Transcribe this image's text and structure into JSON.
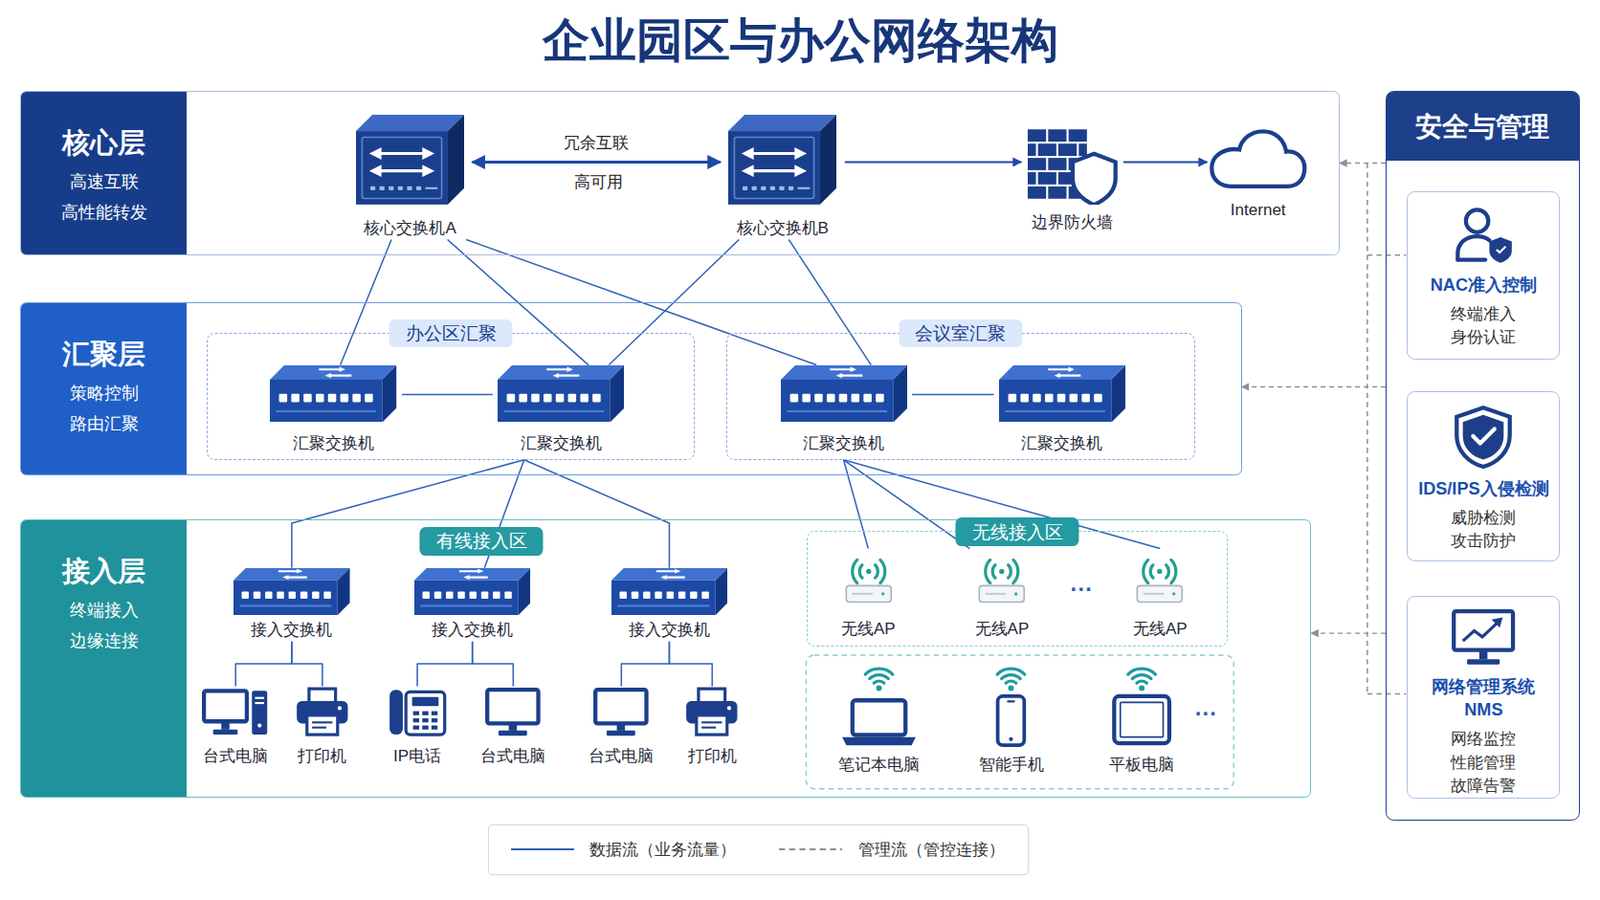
{
  "diagram": {
    "title": "企业园区与办公网络架构",
    "nodes": [
      {
        "text": [
          "核心层",
          "高速互联 高性能转发"
        ]
      },
      {
        "text": [
          "核心交换机A"
        ],
        "in": 0
      },
      {
        "text": [
          "核心交换机B"
        ],
        "in": 0
      },
      {
        "text": [
          "边界防火墙"
        ],
        "in": 0
      },
      {
        "text": [
          "Internet"
        ],
        "in": 0
      },
      {
        "text": [
          "汇聚层",
          "策略控制 路由汇聚"
        ]
      },
      {
        "text": [
          "办公区汇聚"
        ],
        "in": 5
      },
      {
        "text": [
          "汇聚交换机"
        ],
        "in": 6
      },
      {
        "text": [
          "汇聚交换机"
        ],
        "in": 6
      },
      {
        "text": [
          "会议室汇聚"
        ],
        "in": 5
      },
      {
        "text": [
          "汇聚交换机"
        ],
        "in": 9
      },
      {
        "text": [
          "汇聚交换机"
        ],
        "in": 9
      },
      {
        "text": [
          "接入层",
          "终端接入 边缘连接"
        ]
      },
      {
        "text": [
          "有线接入区"
        ],
        "in": 12
      },
      {
        "text": [
          "接入交换机"
        ],
        "in": 12
      },
      {
        "text": [
          "接入交换机"
        ],
        "in": 12
      },
      {
        "text": [
          "接入交换机"
        ],
        "in": 12
      },
      {
        "text": [
          "台式电脑"
        ],
        "in": 12
      },
      {
        "text": [
          "打印机"
        ],
        "in": 12
      },
      {
        "text": [
          "IP电话"
        ],
        "in": 12
      },
      {
        "text": [
          "台式电脑"
        ],
        "in": 12
      },
      {
        "text": [
          "台式电脑"
        ],
        "in": 12
      },
      {
        "text": [
          "打印机"
        ],
        "in": 12
      },
      {
        "text": [
          "无线接入区"
        ],
        "in": 12
      },
      {
        "text": [
          "无线AP"
        ],
        "in": 23
      },
      {
        "text": [
          "无线AP"
        ],
        "in": 23
      },
      {
        "text": [
          "无线AP"
        ],
        "in": 23
      },
      {
        "text": [
          "笔记本电脑"
        ],
        "in": 12
      },
      {
        "text": [
          "智能手机"
        ],
        "in": 12
      },
      {
        "text": [
          "平板电脑"
        ],
        "in": 12
      },
      {
        "text": [
          "安全与管理"
        ]
      },
      {
        "text": [
          "NAC准入控制",
          "终端准入 身份认证"
        ],
        "in": 30
      },
      {
        "text": [
          "IDS/IPS入侵检测",
          "威胁检测 攻击防护"
        ],
        "in": 30
      },
      {
        "text": [
          "网络管理系统 NMS",
          "网络监控 性能管理 故障告警"
        ],
        "in": 30
      }
    ],
    "edges": [
      {
        "from": 1,
        "to": 2,
        "label": "冗余互联",
        "arrow": "both"
      },
      {
        "from": 2,
        "to": 3,
        "arrow": "to"
      },
      {
        "from": 3,
        "to": 4,
        "arrow": "to"
      },
      {
        "from": 1,
        "to": 7,
        "arrow": "none"
      },
      {
        "from": 1,
        "to": 8,
        "arrow": "none"
      },
      {
        "from": 1,
        "to": 10,
        "arrow": "none"
      },
      {
        "from": 2,
        "to": 8,
        "arrow": "none"
      },
      {
        "from": 2,
        "to": 10,
        "arrow": "none"
      },
      {
        "from": 7,
        "to": 8,
        "arrow": "none"
      },
      {
        "from": 10,
        "to": 11,
        "arrow": "none"
      },
      {
        "from": 6,
        "to": 14,
        "arrow": "none"
      },
      {
        "from": 6,
        "to": 15,
        "arrow": "none"
      },
      {
        "from": 6,
        "to": 16,
        "arrow": "none"
      },
      {
        "from": 9,
        "to": 24,
        "arrow": "none"
      },
      {
        "from": 9,
        "to": 25,
        "arrow": "none"
      },
      {
        "from": 9,
        "to": 26,
        "arrow": "none"
      },
      {
        "from": 14,
        "to": 17,
        "arrow": "none"
      },
      {
        "from": 14,
        "to": 18,
        "arrow": "none"
      },
      {
        "from": 15,
        "to": 19,
        "arrow": "none"
      },
      {
        "from": 15,
        "to": 20,
        "arrow": "none"
      },
      {
        "from": 16,
        "to": 21,
        "arrow": "none"
      },
      {
        "from": 16,
        "to": 22,
        "arrow": "none"
      },
      {
        "from": 30,
        "to": 0,
        "arrow": "to"
      },
      {
        "from": 30,
        "to": 5,
        "arrow": "to"
      },
      {
        "from": 30,
        "to": 12,
        "arrow": "to"
      }
    ],
    "labels": [
      "高可用",
      "···",
      "···"
    ],
    "legend": [
      {
        "text": "数据流（业务流量）"
      },
      {
        "text": "管理流（管控连接）"
      }
    ]
  }
}
